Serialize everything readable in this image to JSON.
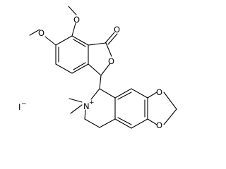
{
  "atom_labels": {
    "o_methoxy_1": "O",
    "o_methoxy_2": "O",
    "o_carbonyl": "O",
    "o_lactone": "O",
    "o_dioxole_upper": "O",
    "o_dioxole_lower": "O",
    "n_ammonium": "N",
    "n_charge": "+",
    "iodide": "I",
    "iodide_charge": "−"
  },
  "colors": {
    "bond": "#000000",
    "background": "#ffffff"
  }
}
